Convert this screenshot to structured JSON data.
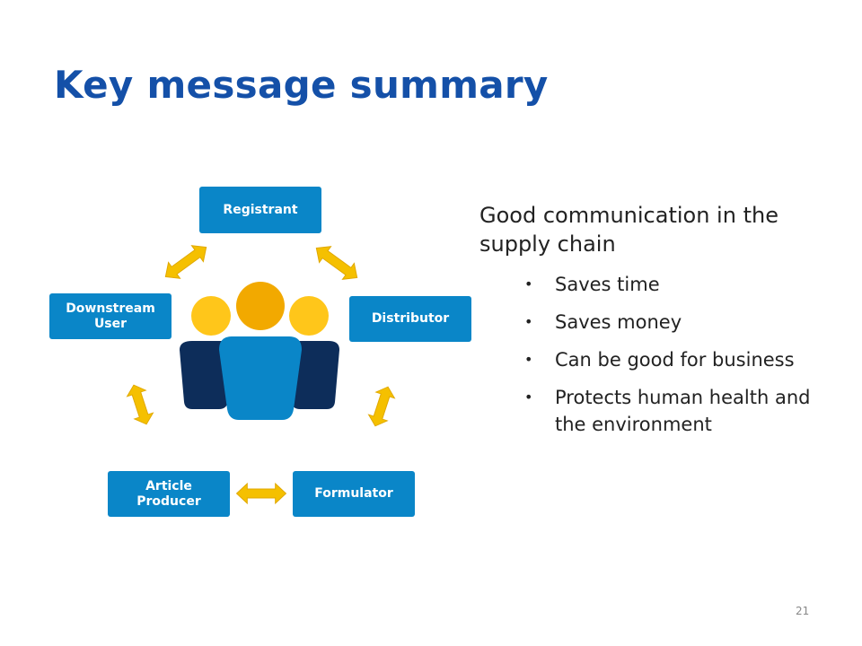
{
  "slide": {
    "title": "Key message summary",
    "page_number": "21"
  },
  "diagram": {
    "nodes": [
      {
        "id": "registrant",
        "label": "Registrant"
      },
      {
        "id": "distributor",
        "label": "Distributor"
      },
      {
        "id": "formulator",
        "label": "Formulator"
      },
      {
        "id": "article_producer",
        "label": "Article Producer"
      },
      {
        "id": "downstream_user",
        "label": "Downstream User"
      }
    ],
    "colors": {
      "node_fill": "#0a86c8",
      "arrow_fill": "#f5c000",
      "arrow_stroke": "#e0a800",
      "person_center_head": "#f2a900",
      "person_side_head": "#ffc61a",
      "person_center_body": "#0a86c8",
      "person_side_body": "#0d2d5a"
    },
    "center_icon": "group-of-people-icon"
  },
  "message": {
    "lead": "Good communication in the supply chain",
    "bullets": [
      "Saves time",
      "Saves money",
      "Can be good for business",
      "Protects human health and the environment"
    ]
  }
}
